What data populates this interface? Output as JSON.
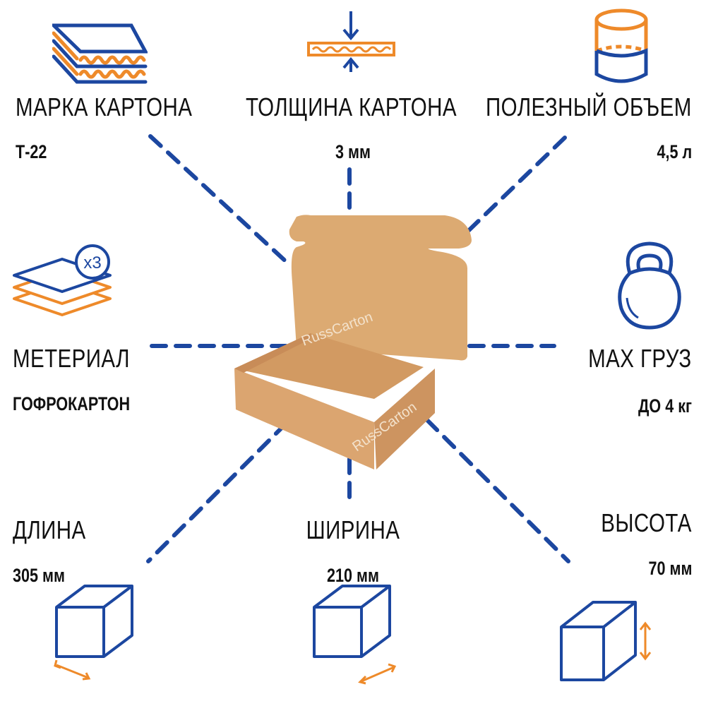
{
  "colors": {
    "blue": "#1c47a0",
    "orange": "#ee8a2a",
    "cardboard": "#d9a56f"
  },
  "watermark": "RussCarton",
  "specs": {
    "brand": {
      "label": "МАРКА КАРТОНА",
      "value": "Т-22",
      "icon": "layered-cardboard-icon"
    },
    "thickness": {
      "label": "ТОЛЩИНА КАРТОНА",
      "value": "3 мм",
      "icon": "thickness-arrows-icon"
    },
    "volume": {
      "label": "ПОЛЕЗНЫЙ ОБЪЕМ",
      "value": "4,5 л",
      "icon": "cylinder-volume-icon"
    },
    "material": {
      "label": "МЕТЕРИАЛ",
      "value": "ГОФРОКАРТОН",
      "icon": "sheets-x3-icon",
      "badge": "x3"
    },
    "load": {
      "label": "MAX ГРУЗ",
      "value": "ДО 4 кг",
      "icon": "kettlebell-icon"
    },
    "length": {
      "label": "ДЛИНА",
      "value": "305 мм",
      "icon": "cube-length-icon"
    },
    "width": {
      "label": "ШИРИНА",
      "value": "210 мм",
      "icon": "cube-width-icon"
    },
    "height": {
      "label": "ВЫСОТА",
      "value": "70 мм",
      "icon": "cube-height-icon"
    }
  }
}
